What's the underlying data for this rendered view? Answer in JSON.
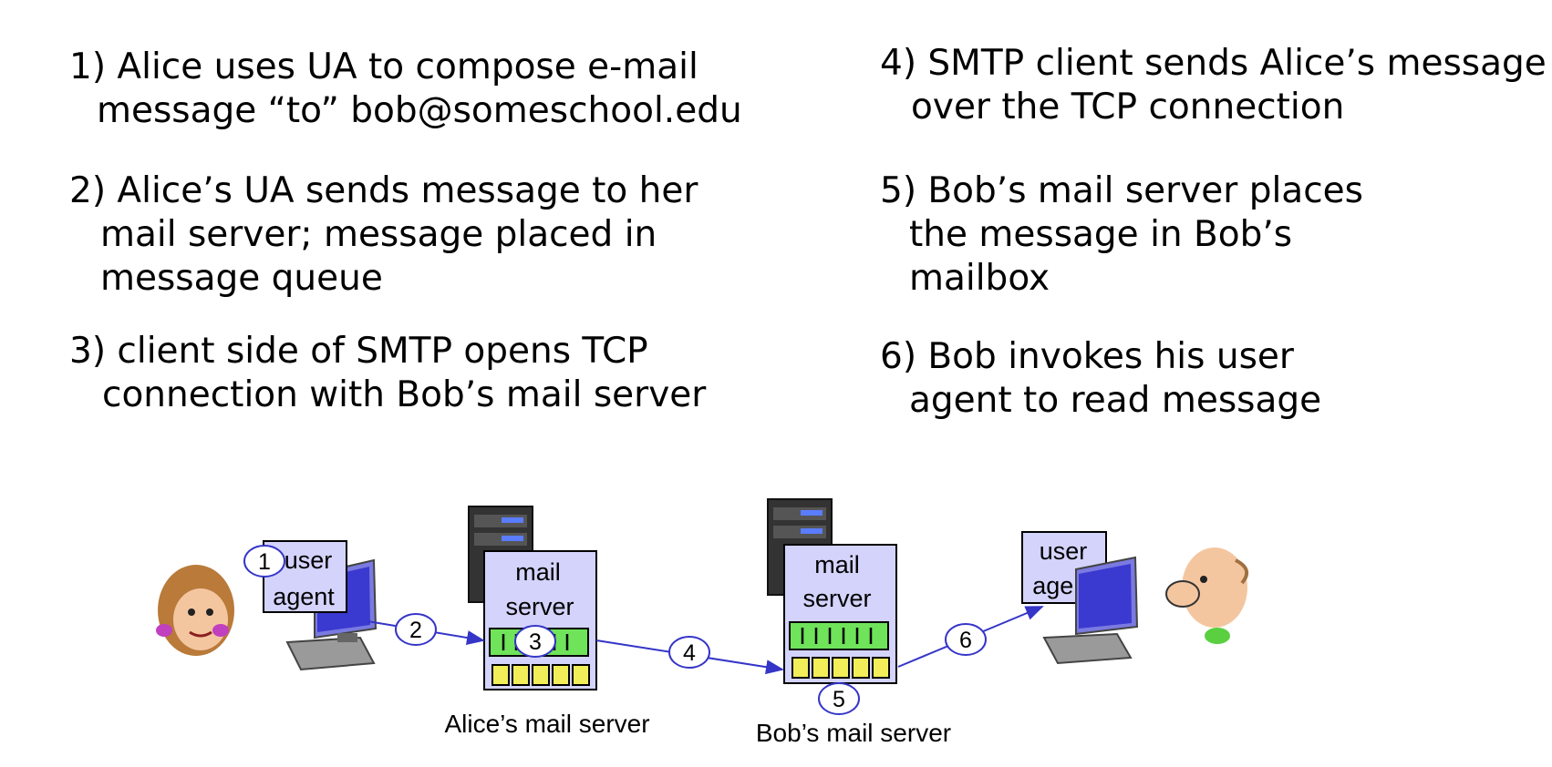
{
  "steps": [
    {
      "lines": [
        "1) Alice uses UA to compose e-mail",
        "message “to” bob@someschool.edu"
      ]
    },
    {
      "lines": [
        "2) Alice’s UA sends message to her",
        "mail server; message placed in",
        "message queue"
      ]
    },
    {
      "lines": [
        "3) client side of SMTP opens TCP",
        "connection with Bob’s mail server"
      ]
    },
    {
      "lines": [
        "4) SMTP client sends Alice’s message",
        "over the TCP connection"
      ]
    },
    {
      "lines": [
        "5) Bob’s mail server places",
        "the message in Bob’s",
        "mailbox"
      ]
    },
    {
      "lines": [
        "6) Bob invokes his user",
        "agent to read message"
      ]
    }
  ],
  "diagram": {
    "alice_ua": [
      "user",
      "agent"
    ],
    "bob_ua": [
      "user",
      "agent"
    ],
    "alice_server": [
      "mail",
      "server"
    ],
    "bob_server": [
      "mail",
      "server"
    ],
    "alice_server_caption": "Alice’s mail server",
    "bob_server_caption": "Bob’s mail server",
    "step_markers": [
      "1",
      "2",
      "3",
      "4",
      "5",
      "6"
    ]
  },
  "colors": {
    "box_fill": "#d3d3fb",
    "arrow": "#3535c8",
    "queue_green": "#6fe35a",
    "queue_yellow": "#f2ee5a"
  }
}
